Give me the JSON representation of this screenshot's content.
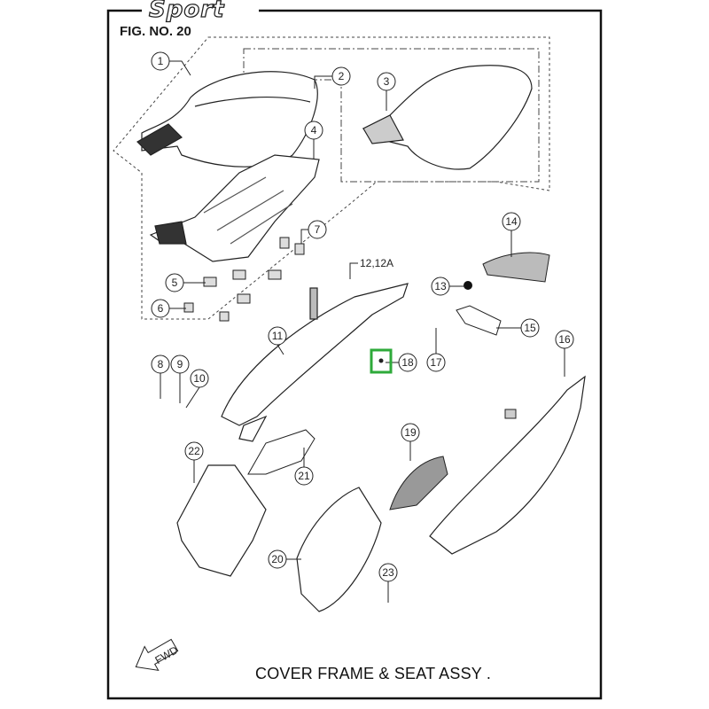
{
  "brand_logo": "Sport",
  "figure_number": "FIG. NO. 20",
  "title": "COVER FRAME & SEAT ASSY .",
  "direction_marker": "FWD",
  "highlight_color": "#2eaa3a",
  "highlighted_part": "18",
  "callouts": [
    "1",
    "2",
    "3",
    "4",
    "5",
    "6",
    "7",
    "8",
    "9",
    "10",
    "11",
    "12,12A",
    "13",
    "14",
    "15",
    "16",
    "17",
    "18",
    "19",
    "20",
    "21",
    "22",
    "23"
  ]
}
